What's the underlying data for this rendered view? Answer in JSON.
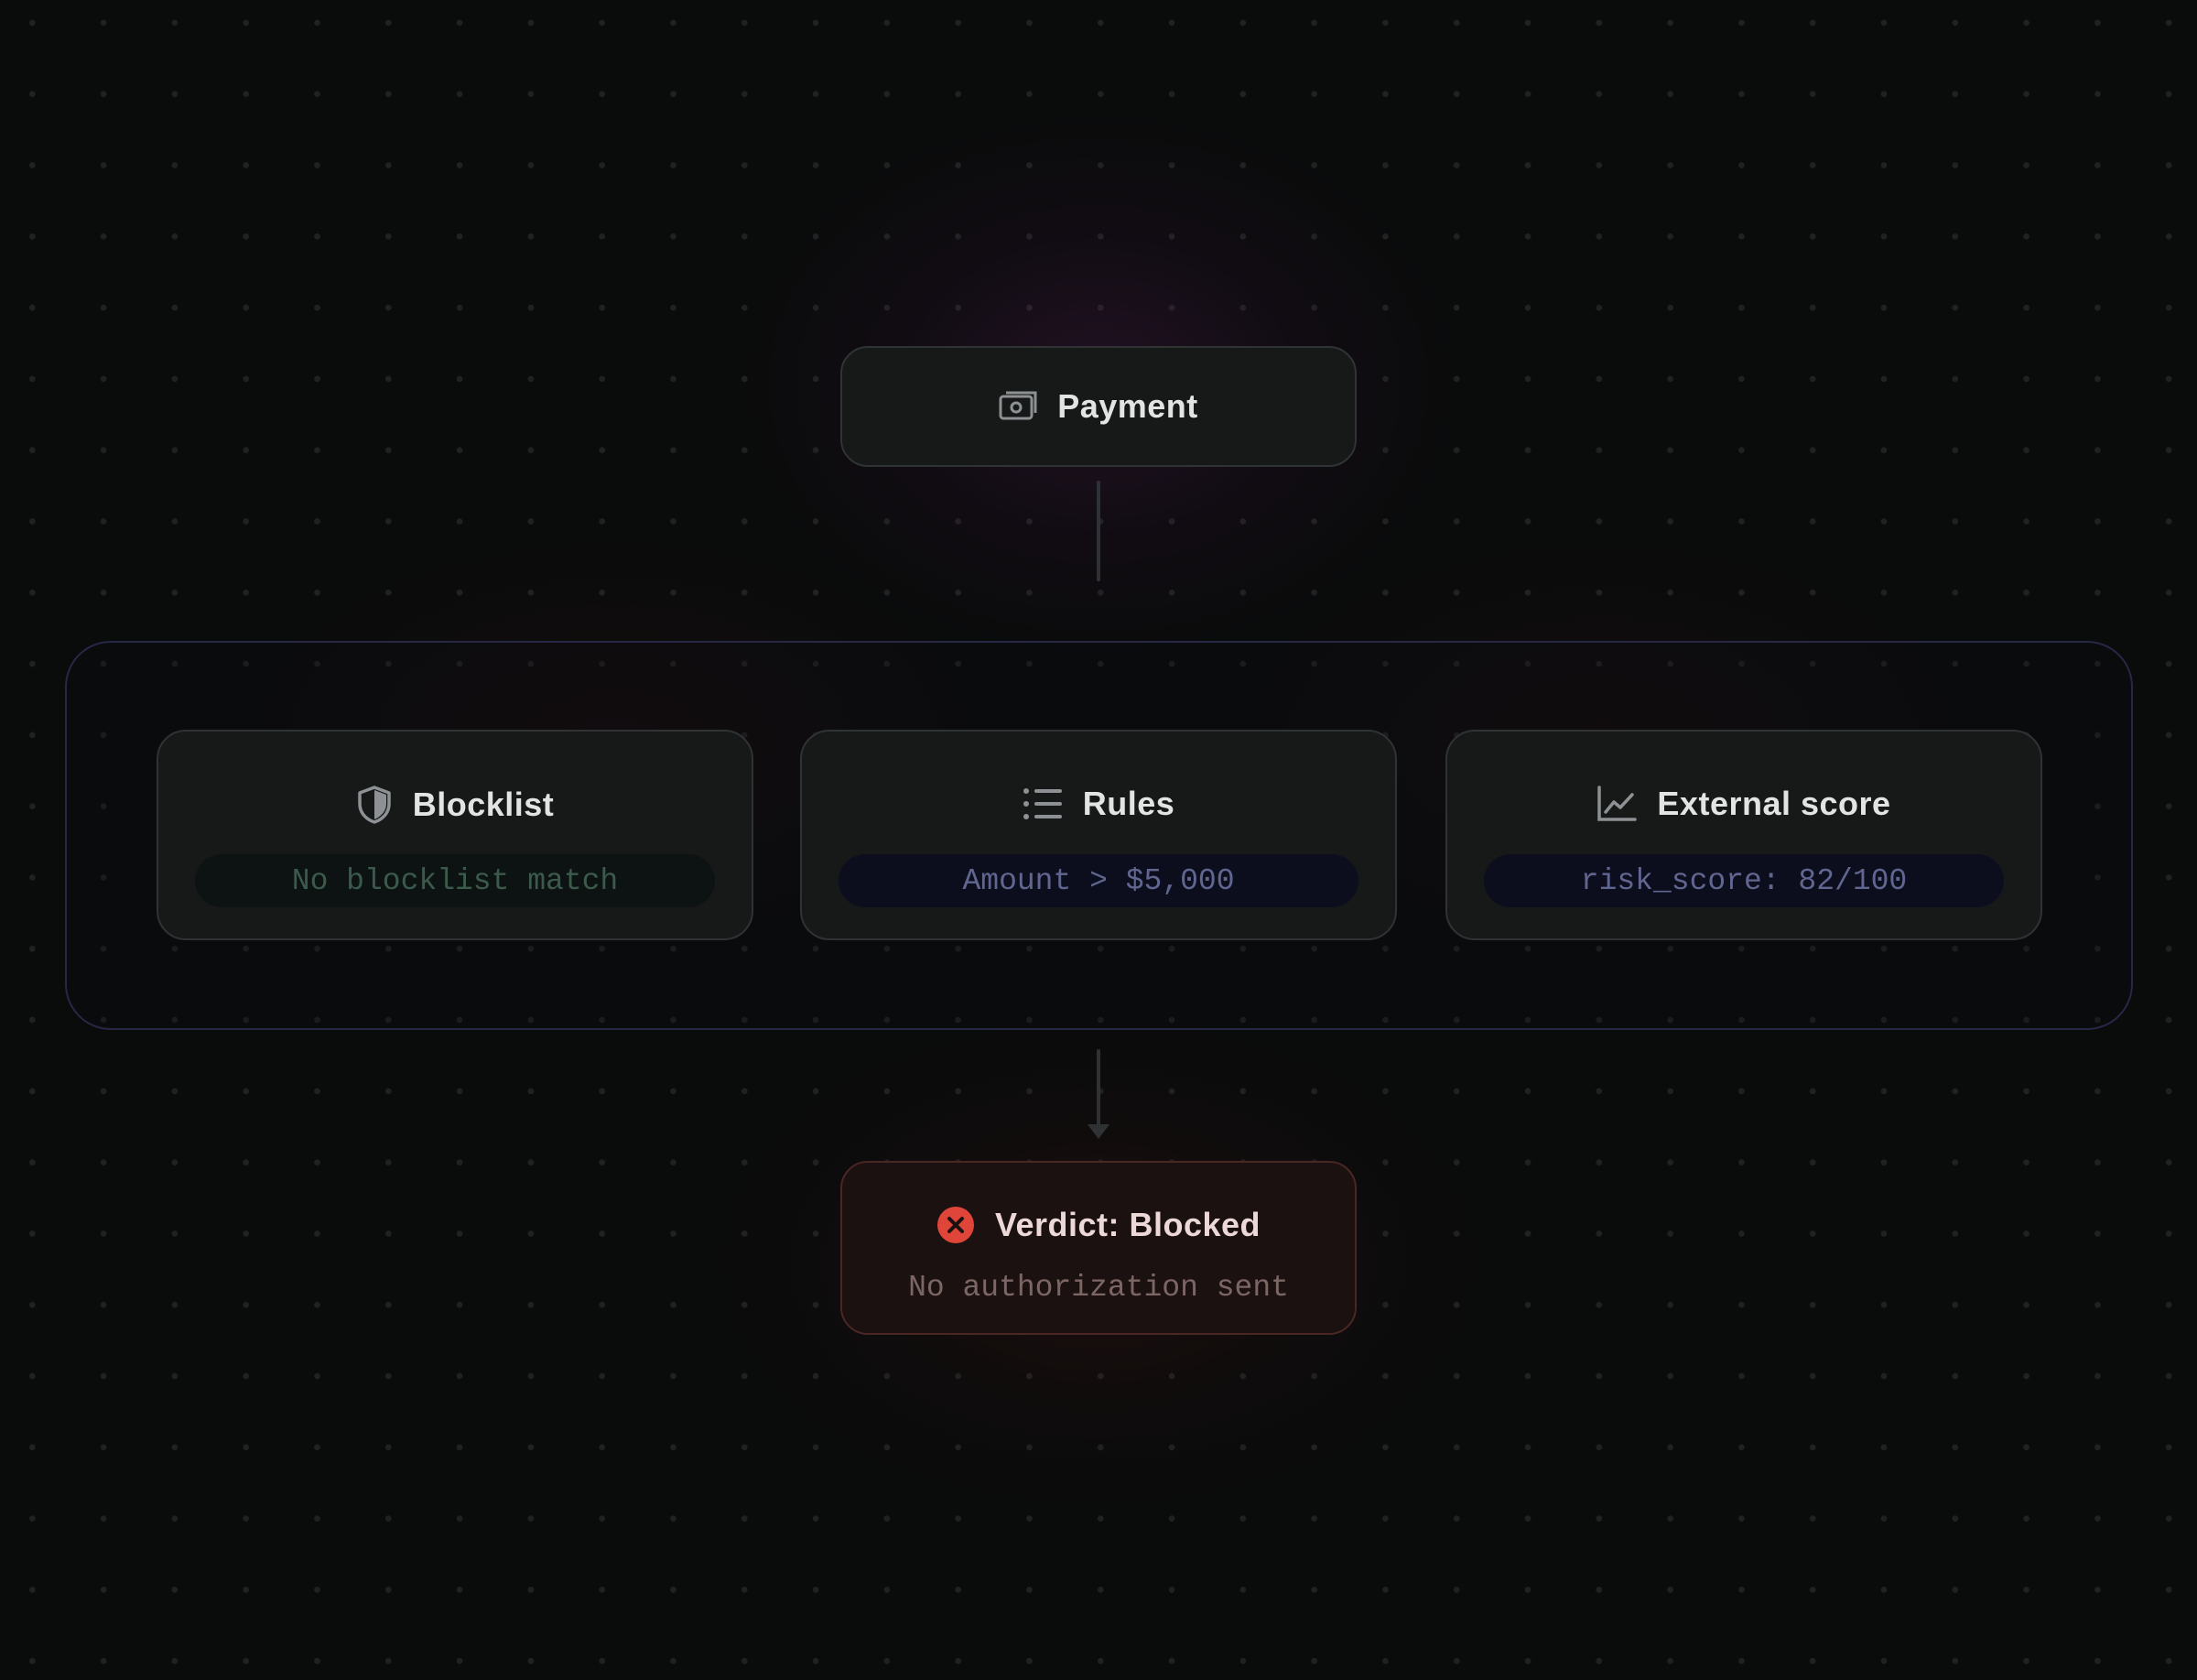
{
  "payment": {
    "label": "Payment",
    "icon": "banknote-icon"
  },
  "checks": [
    {
      "label": "Blocklist",
      "icon": "shield-icon",
      "detail": "No blocklist match",
      "tone": "#3b5a4c"
    },
    {
      "label": "Rules",
      "icon": "list-icon",
      "detail": "Amount > $5,000",
      "tone": "#60668f"
    },
    {
      "label": "External score",
      "icon": "line-chart-icon",
      "detail": "risk_score: 82/100",
      "tone": "#60668f"
    }
  ],
  "verdict": {
    "label": "Verdict: Blocked",
    "detail": "No authorization sent",
    "icon": "x-circle-icon",
    "color": "#e0453a"
  },
  "colors": {
    "background": "#0a0b0b",
    "node_fill": "#171919",
    "group_border": "#272848",
    "verdict_fill": "#1c1111"
  }
}
